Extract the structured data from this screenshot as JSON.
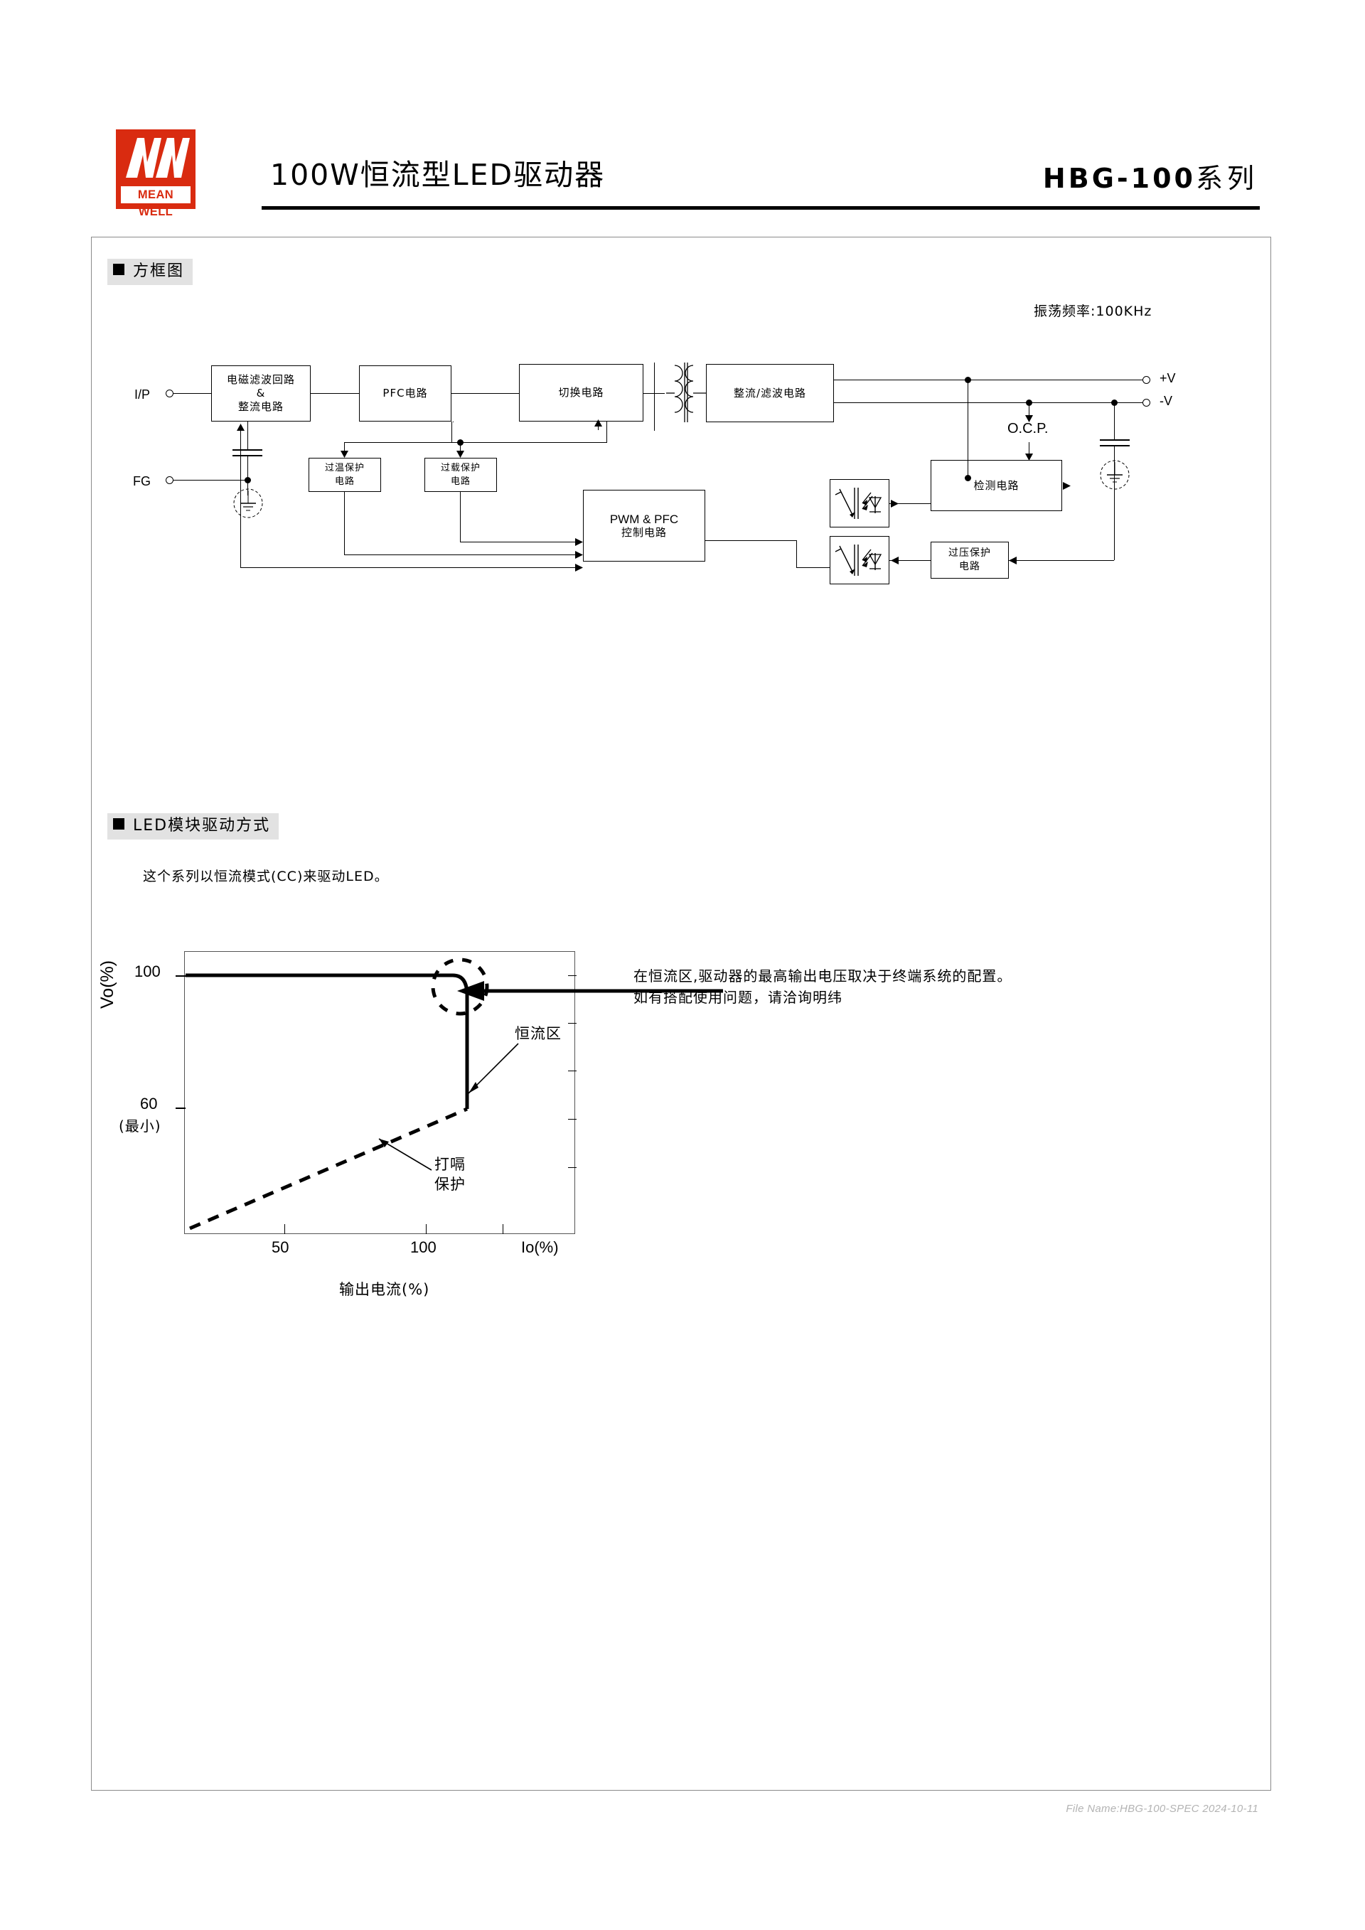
{
  "header": {
    "logo_text": "MEAN WELL",
    "logo_color": "#d92b10",
    "title_cn": "100W恒流型LED驱动器",
    "model": "HBG-100",
    "model_suffix": "系列"
  },
  "block_diagram": {
    "section_title": "方框图",
    "osc_freq": "振荡频率:100KHz",
    "terminals": {
      "input": "I/P",
      "ground": "FG",
      "out_pos": "+V",
      "out_neg": "-V"
    },
    "boxes": {
      "emi_rectifier": "电磁滤波回路\n&\n整流电路",
      "emi_line1": "电磁滤波回路",
      "emi_line2": "&",
      "emi_line3": "整流电路",
      "pfc": "PFC电路",
      "switching": "切换电路",
      "rect_filter": "整流/滤波电路",
      "otp": "过温保护\n电路",
      "otp_line1": "过温保护",
      "otp_line2": "电路",
      "olp": "过载保护\n电路",
      "olp_line1": "过载保护",
      "olp_line2": "电路",
      "pwm_pfc": "PWM & PFC\n控制电路",
      "pwm_line1": "PWM & PFC",
      "pwm_line2": "控制电路",
      "ocp": "O.C.P.",
      "detect": "检测电路",
      "ovp": "过压保护\n电路",
      "ovp_line1": "过压保护",
      "ovp_line2": "电路"
    }
  },
  "led_drive": {
    "section_title": "LED模块驱动方式",
    "intro": "这个系列以恒流模式(CC)来驱动LED。",
    "note_line1": "在恒流区,驱动器的最高输出电压取决于终端系统的配置。",
    "note_line2": "如有搭配使用问题，请洽询明纬",
    "caption": "输出电流(%)"
  },
  "chart_data": {
    "type": "line",
    "title": "",
    "xlabel": "Io(%)",
    "ylabel": "Vo(%)",
    "xlabel_caption": "输出电流(%)",
    "xlim": [
      0,
      130
    ],
    "ylim": [
      0,
      115
    ],
    "xticks": [
      50,
      100,
      130
    ],
    "xticklabels": [
      "50",
      "100",
      ""
    ],
    "yticks": [
      100,
      60
    ],
    "yticklabels": [
      "100",
      "60"
    ],
    "ytick_sub": "(最小)",
    "grid": false,
    "legend": "none",
    "series": [
      {
        "name": "constant-current-curve",
        "style": "solid",
        "points": [
          [
            0,
            100
          ],
          [
            92,
            100
          ],
          [
            100,
            92
          ],
          [
            100,
            60
          ]
        ]
      },
      {
        "name": "hiccup-protection-curve",
        "style": "dashed",
        "points": [
          [
            2,
            2
          ],
          [
            100,
            60
          ]
        ]
      }
    ],
    "annotations": [
      {
        "name": "constant-current-region",
        "text": "恒流区",
        "x": 108,
        "y": 78
      },
      {
        "name": "hiccup-protection",
        "text": "打嗝\n保护",
        "line1": "打嗝",
        "line2": "保护",
        "x": 78,
        "y": 30
      },
      {
        "name": "highlight-circle",
        "x": 98,
        "y": 97,
        "style": "dashed-circle"
      }
    ]
  },
  "footer": {
    "text": "File Name:HBG-100-SPEC  2024-10-11"
  }
}
